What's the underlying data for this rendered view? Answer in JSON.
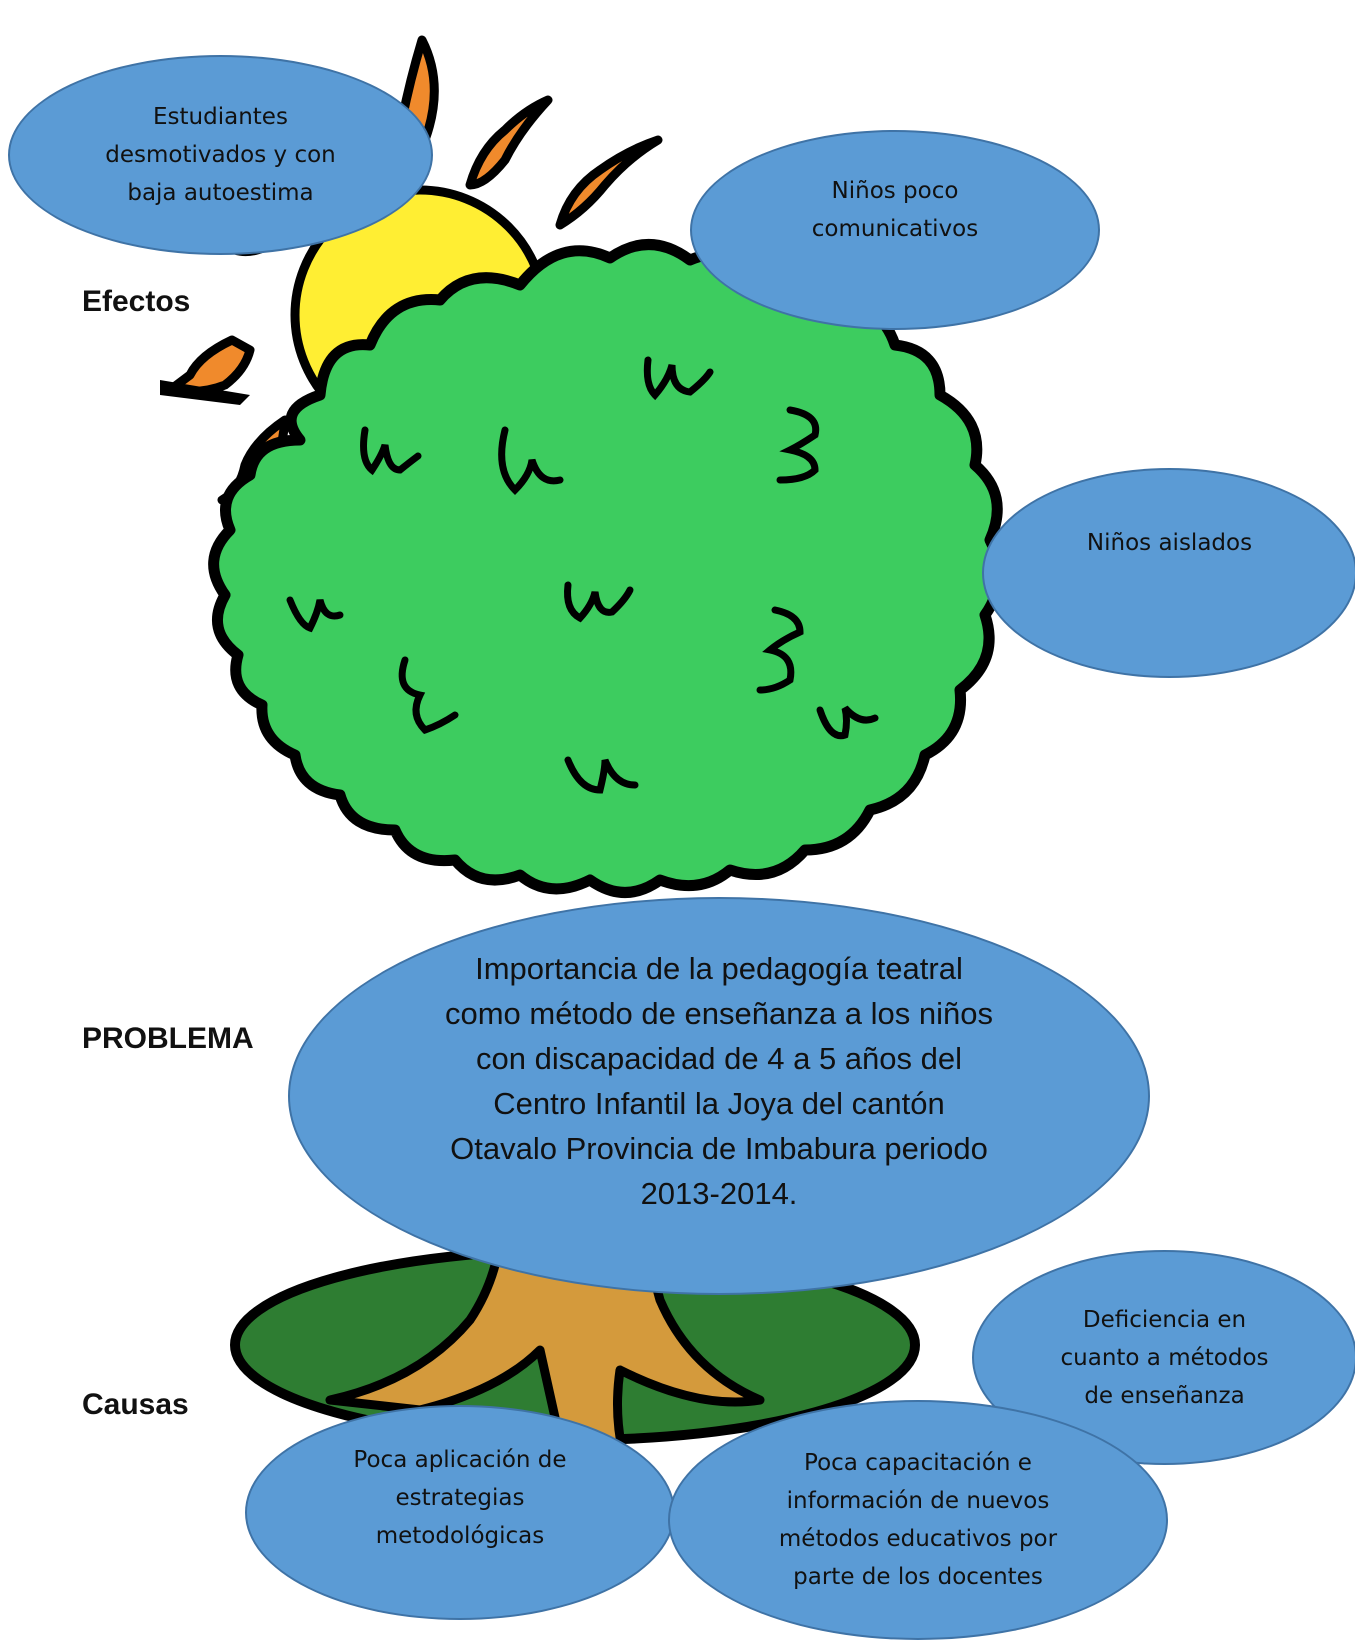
{
  "colors": {
    "bubble": "#5b9bd5",
    "bubble_border": "#3f73a6",
    "foliage": "#3dcc5f",
    "ground": "#2e7d32",
    "trunk": "#d49a3c",
    "sun": "#ffee33",
    "rays": "#f08a2c",
    "outline": "#000000"
  },
  "labels": {
    "effects": "Efectos",
    "problem": "PROBLEMA",
    "causes": "Causas"
  },
  "effects": {
    "e1": "Estudiantes\ndesmotivados y con\nbaja autoestima",
    "e2": "Niños poco\ncomunicativos",
    "e3": "Niños aislados"
  },
  "problem": {
    "text": "Importancia de la pedagogía teatral\ncomo método de enseñanza a los niños\ncon discapacidad de 4 a 5 años del\nCentro Infantil la Joya del cantón\nOtavalo Provincia de Imbabura periodo\n2013-2014."
  },
  "causes": {
    "c1": "Deficiencia en\ncuanto a métodos\nde enseñanza",
    "c2": "Poca aplicación de\nestrategias\nmetodológicas",
    "c3": "Poca capacitación e\ninformación de nuevos\nmétodos educativos por\nparte de los docentes"
  }
}
